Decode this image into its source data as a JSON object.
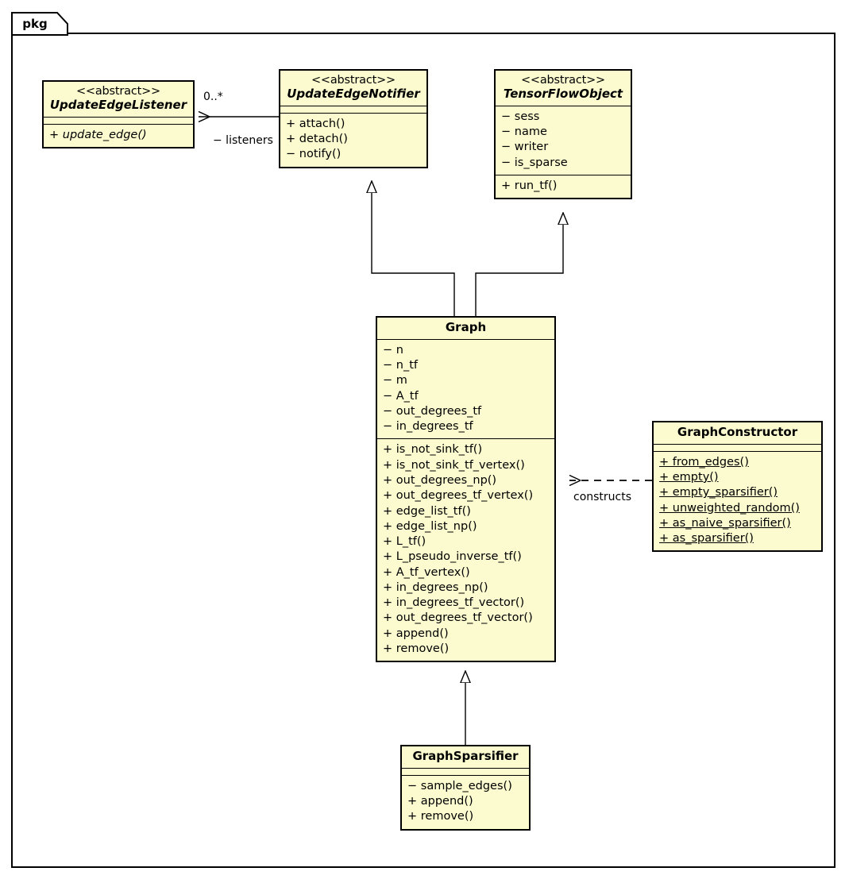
{
  "diagram": {
    "type": "uml-class-diagram",
    "package_label": "pkg",
    "background": "#ffffff",
    "class_fill": "#fbfbcf",
    "class_stroke": "#000000"
  },
  "classes": {
    "update_edge_listener": {
      "stereotype": "<<abstract>>",
      "name": "UpdateEdgeListener",
      "is_abstract": true,
      "attributes": [],
      "methods": [
        {
          "text": "+ update_edge()",
          "abstract": true,
          "static": false
        }
      ]
    },
    "update_edge_notifier": {
      "stereotype": "<<abstract>>",
      "name": "UpdateEdgeNotifier",
      "is_abstract": true,
      "attributes": [],
      "methods": [
        {
          "text": "+ attach()",
          "abstract": false,
          "static": false
        },
        {
          "text": "+ detach()",
          "abstract": false,
          "static": false
        },
        {
          "text": "− notify()",
          "abstract": false,
          "static": false
        }
      ]
    },
    "tensorflow_object": {
      "stereotype": "<<abstract>>",
      "name": "TensorFlowObject",
      "is_abstract": true,
      "attributes": [
        {
          "text": "− sess"
        },
        {
          "text": "− name"
        },
        {
          "text": "− writer"
        },
        {
          "text": "− is_sparse"
        }
      ],
      "methods": [
        {
          "text": "+ run_tf()",
          "abstract": false,
          "static": false
        }
      ]
    },
    "graph": {
      "stereotype": "",
      "name": "Graph",
      "is_abstract": false,
      "attributes": [
        {
          "text": "− n"
        },
        {
          "text": "− n_tf"
        },
        {
          "text": "− m"
        },
        {
          "text": "− A_tf"
        },
        {
          "text": "− out_degrees_tf"
        },
        {
          "text": "− in_degrees_tf"
        }
      ],
      "methods": [
        {
          "text": "+ is_not_sink_tf()",
          "abstract": false,
          "static": false
        },
        {
          "text": "+ is_not_sink_tf_vertex()",
          "abstract": false,
          "static": false
        },
        {
          "text": "+ out_degrees_np()",
          "abstract": false,
          "static": false
        },
        {
          "text": "+ out_degrees_tf_vertex()",
          "abstract": false,
          "static": false
        },
        {
          "text": "+ edge_list_tf()",
          "abstract": false,
          "static": false
        },
        {
          "text": "+ edge_list_np()",
          "abstract": false,
          "static": false
        },
        {
          "text": "+ L_tf()",
          "abstract": false,
          "static": false
        },
        {
          "text": "+ L_pseudo_inverse_tf()",
          "abstract": false,
          "static": false
        },
        {
          "text": "+ A_tf_vertex()",
          "abstract": false,
          "static": false
        },
        {
          "text": "+ in_degrees_np()",
          "abstract": false,
          "static": false
        },
        {
          "text": "+ in_degrees_tf_vector()",
          "abstract": false,
          "static": false
        },
        {
          "text": "+ out_degrees_tf_vector()",
          "abstract": false,
          "static": false
        },
        {
          "text": "+ append()",
          "abstract": false,
          "static": false
        },
        {
          "text": "+ remove()",
          "abstract": false,
          "static": false
        }
      ]
    },
    "graph_constructor": {
      "stereotype": "",
      "name": "GraphConstructor",
      "is_abstract": false,
      "attributes": [],
      "methods": [
        {
          "text": "+ from_edges()",
          "abstract": false,
          "static": true
        },
        {
          "text": "+ empty()",
          "abstract": false,
          "static": true
        },
        {
          "text": "+ empty_sparsifier()",
          "abstract": false,
          "static": true
        },
        {
          "text": "+ unweighted_random()",
          "abstract": false,
          "static": true
        },
        {
          "text": "+ as_naive_sparsifier()",
          "abstract": false,
          "static": true
        },
        {
          "text": "+ as_sparsifier()",
          "abstract": false,
          "static": true
        }
      ]
    },
    "graph_sparsifier": {
      "stereotype": "",
      "name": "GraphSparsifier",
      "is_abstract": false,
      "attributes": [],
      "methods": [
        {
          "text": "− sample_edges()",
          "abstract": false,
          "static": false
        },
        {
          "text": "+ append()",
          "abstract": false,
          "static": false
        },
        {
          "text": "+ remove()",
          "abstract": false,
          "static": false
        }
      ]
    }
  },
  "relationships": {
    "aggregation_listeners": {
      "kind": "aggregation",
      "from": "UpdateEdgeNotifier",
      "to": "UpdateEdgeListener",
      "multiplicity": "0..*",
      "role": "− listeners"
    },
    "generalization_notifier": {
      "kind": "generalization",
      "from": "Graph",
      "to": "UpdateEdgeNotifier",
      "label": ""
    },
    "generalization_tensorflow": {
      "kind": "generalization",
      "from": "Graph",
      "to": "TensorFlowObject",
      "label": ""
    },
    "dependency_constructs": {
      "kind": "dependency",
      "from": "GraphConstructor",
      "to": "Graph",
      "label": "constructs"
    },
    "generalization_sparsifier": {
      "kind": "generalization",
      "from": "GraphSparsifier",
      "to": "Graph",
      "label": ""
    }
  }
}
